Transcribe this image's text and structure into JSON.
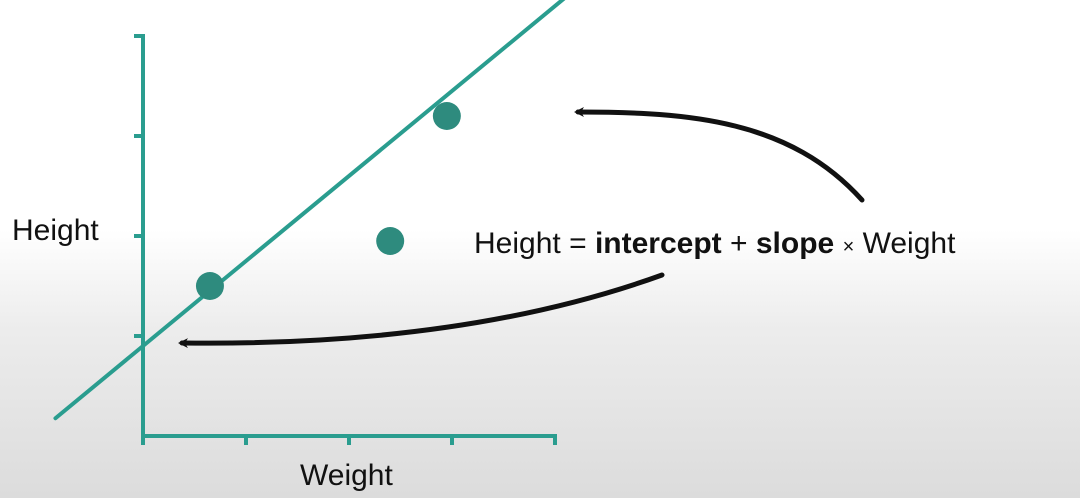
{
  "chart_data": {
    "type": "scatter",
    "xlabel": "Weight",
    "ylabel": "Height",
    "x_ticks": 4,
    "y_ticks": 4,
    "points": [
      {
        "x": 0.65,
        "y": 1.5
      },
      {
        "x": 2.4,
        "y": 1.95
      },
      {
        "x": 2.95,
        "y": 3.2
      }
    ],
    "fit_line": {
      "intercept": 0.9,
      "slope": 0.85,
      "x_start": -0.85,
      "x_end": 4.35
    },
    "xlim": [
      0,
      4
    ],
    "ylim": [
      0,
      4
    ]
  },
  "equation": {
    "lhs": "Height",
    "equals": "=",
    "intercept": "intercept",
    "plus": "+",
    "slope": "slope",
    "times": "×",
    "rhs": "Weight"
  },
  "colors": {
    "accent": "#2a9d8f",
    "point": "#2e8b7e",
    "arrow": "#111111"
  }
}
